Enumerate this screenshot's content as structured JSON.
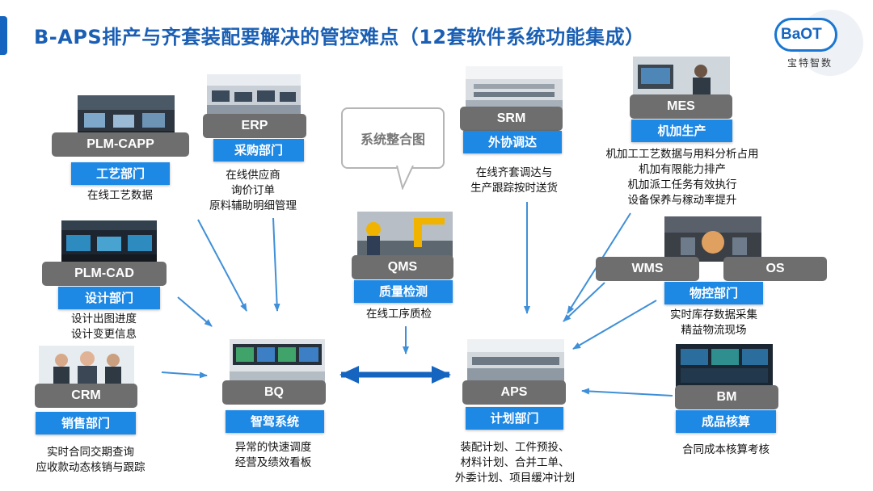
{
  "title": "B-APS排产与齐套装配要解决的管控难点（12套软件系统功能集成）",
  "logo": {
    "brand": "BaOT",
    "tagline": "宝特智数"
  },
  "bubble": "系统整合图",
  "colors": {
    "accent": "#1e88e5",
    "title": "#1a5fb4",
    "system_label_bg": "#6e6e6e"
  },
  "nodes": {
    "plm_capp": {
      "system": "PLM-CAPP",
      "dept": "工艺部门",
      "desc": [
        "在线工艺数据"
      ]
    },
    "erp": {
      "system": "ERP",
      "dept": "采购部门",
      "desc": [
        "在线供应商",
        "询价订单",
        "原料辅助明细管理"
      ]
    },
    "srm": {
      "system": "SRM",
      "dept": "外协调达",
      "desc": [
        "在线齐套调达与",
        "生产跟踪按时送货"
      ]
    },
    "mes": {
      "system": "MES",
      "dept": "机加生产",
      "desc": [
        "机加工工艺数据与用料分析占用",
        "机加有限能力排产",
        "机加派工任务有效执行",
        "设备保养与稼动率提升"
      ]
    },
    "plm_cad": {
      "system": "PLM-CAD",
      "dept": "设计部门",
      "desc": [
        "设计出图进度",
        "设计变更信息"
      ]
    },
    "qms": {
      "system": "QMS",
      "dept": "质量检测",
      "desc": [
        "在线工序质检"
      ]
    },
    "wms": {
      "system": "WMS",
      "system2": "OS",
      "dept": "物控部门",
      "desc": [
        "实时库存数据采集",
        "精益物流现场"
      ]
    },
    "crm": {
      "system": "CRM",
      "dept": "销售部门",
      "desc": [
        "实时合同交期查询",
        "应收款动态核销与跟踪"
      ]
    },
    "bq": {
      "system": "BQ",
      "dept": "智驾系统",
      "desc": [
        "异常的快速调度",
        "经营及绩效看板"
      ]
    },
    "aps": {
      "system": "APS",
      "dept": "计划部门",
      "desc": [
        "装配计划、工件预投、",
        "材料计划、合并工单、",
        "外委计划、项目缓冲计划"
      ]
    },
    "bm": {
      "system": "BM",
      "dept": "成品核算",
      "desc": [
        "合同成本核算考核"
      ]
    }
  }
}
